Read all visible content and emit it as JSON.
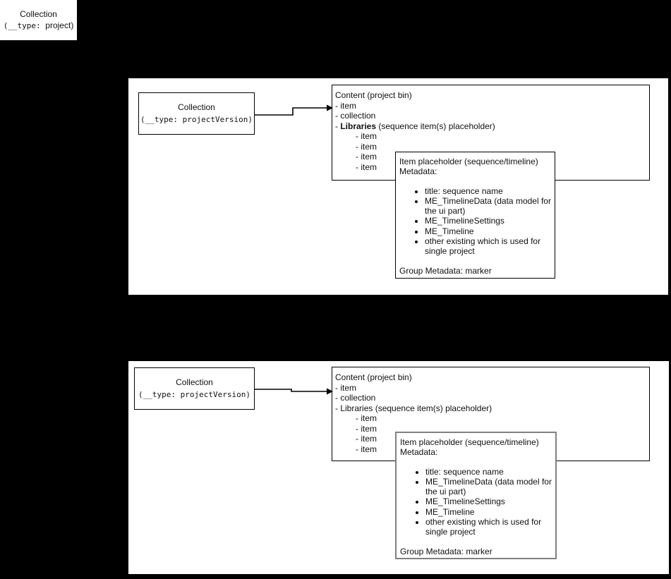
{
  "colors": {
    "background": "#000000",
    "shape_fill": "#ffffff",
    "shape_border": "#000000",
    "panel2_item_box_border": "#808080",
    "text": "#111111"
  },
  "root_box": {
    "title": "Collection",
    "type_prefix": "(__type: ",
    "type_value": "project)"
  },
  "panels": [
    {
      "collection": {
        "title": "Collection",
        "type_line": "(__type: projectVersion)"
      },
      "content": {
        "title": "Content (project bin)",
        "item_line": "- item",
        "collection_line": "- collection",
        "libraries_prefix": "- ",
        "libraries_name": "Libraries",
        "libraries_suffix": " (sequence item(s) placeholder)",
        "sub_items": [
          "- item",
          "- item",
          "- item",
          "- item"
        ]
      },
      "item_placeholder": {
        "title": "Item placeholder (sequence/timeline)",
        "subtitle": "Metadata:",
        "bullets": [
          "title: sequence name",
          "ME_TimelineData (data model for the ui part)",
          "ME_TimelineSettings",
          "ME_Timeline",
          "other existing which is used for single project"
        ],
        "footer": "Group Metadata: marker"
      }
    },
    {
      "collection": {
        "title": "Collection",
        "type_line": "(__type: projectVersion)"
      },
      "content": {
        "title": "Content (project bin)",
        "item_line": "- item",
        "collection_line": "- collection",
        "libraries_prefix": "- ",
        "libraries_name": "Libraries",
        "libraries_suffix": " (sequence item(s) placeholder)",
        "sub_items": [
          "- item",
          "- item",
          "- item",
          "- item"
        ]
      },
      "item_placeholder": {
        "title": "Item placeholder (sequence/timeline)",
        "subtitle": "Metadata:",
        "bullets": [
          "title: sequence name",
          "ME_TimelineData (data model for the ui part)",
          "ME_TimelineSettings",
          "ME_Timeline",
          "other existing which is used for single project"
        ],
        "footer": "Group Metadata: marker"
      }
    }
  ]
}
